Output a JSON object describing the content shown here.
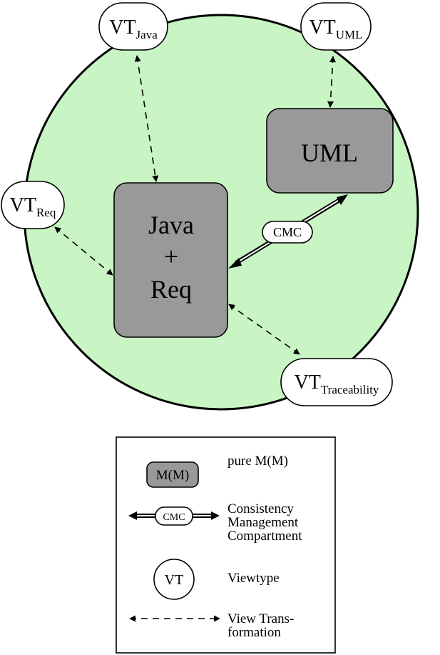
{
  "diagram": {
    "nodes": {
      "vt_java": {
        "base": "VT",
        "sub": "Java"
      },
      "vt_uml": {
        "base": "VT",
        "sub": "UML"
      },
      "vt_req": {
        "base": "VT",
        "sub": "Req"
      },
      "vt_traceability": {
        "base": "VT",
        "sub": "Traceability"
      },
      "uml": {
        "label": "UML"
      },
      "java_req": {
        "line1": "Java",
        "line2": "+",
        "line3": "Req"
      },
      "cmc": {
        "label": "CMC"
      }
    },
    "colors": {
      "circle_fill": "#c8f5c3",
      "model_fill": "#999999",
      "stroke": "#000000",
      "white": "#ffffff"
    }
  },
  "legend": {
    "mm_box": "M(M)",
    "mm_text": "pure M(M)",
    "cmc_box": "CMC",
    "cmc_text": [
      "Consistency",
      "Management",
      "Compartment"
    ],
    "vt_box": "VT",
    "vt_text": "Viewtype",
    "transform_text": [
      "View Trans-",
      "formation"
    ]
  }
}
